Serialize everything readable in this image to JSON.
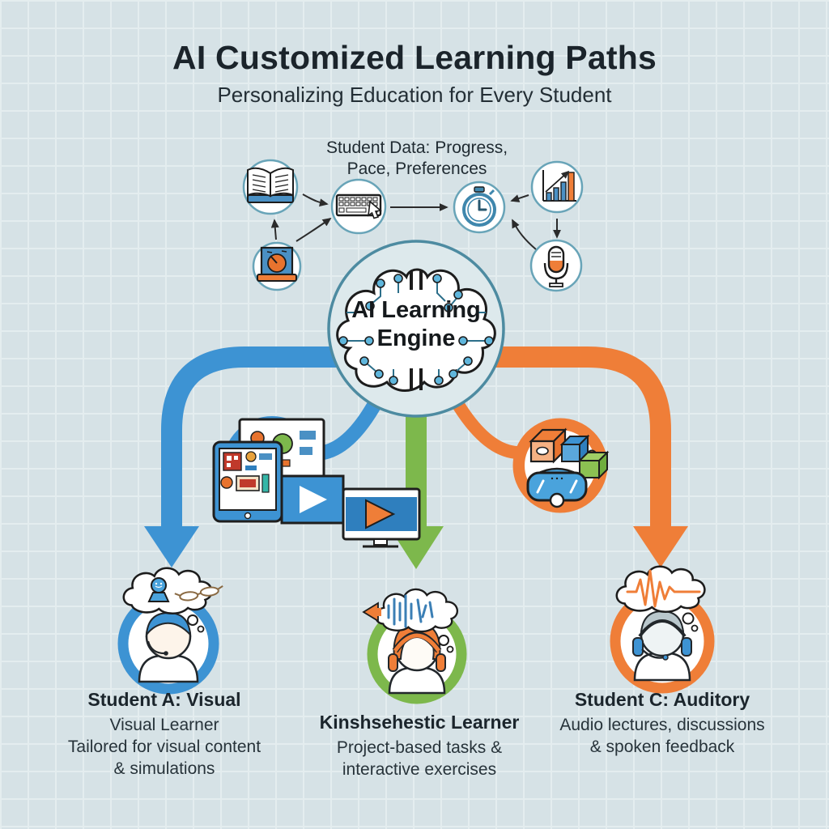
{
  "title": "AI Customized Learning Paths",
  "subtitle": "Personalizing Education for Every Student",
  "data_cluster": {
    "label": "Student Data: Progress, Pace, Preferences",
    "icons": [
      "open-book-icon",
      "gauge-screen-icon",
      "keyboard-icon",
      "stopwatch-icon",
      "bar-chart-icon",
      "microphone-icon"
    ]
  },
  "engine": {
    "line1": "AI Learning",
    "line2": "Engine"
  },
  "colors": {
    "background": "#d6e2e6",
    "grid_line": "#e4edef",
    "visual_blue": "#3d93d3",
    "kinesthetic_green": "#7db84c",
    "auditory_orange": "#ef7e38",
    "circle_teal": "#4d8ba1",
    "ink": "#1d2730"
  },
  "branches": [
    {
      "id": "visual",
      "color": "#3d93d3",
      "icons": [
        "dashboard-monitor-icon",
        "tablet-icon",
        "video-player-icon",
        "video-monitor-icon"
      ]
    },
    {
      "id": "kinesthetic",
      "color": "#7db84c",
      "icons": []
    },
    {
      "id": "auditory",
      "color": "#ef7e38",
      "icons": [
        "blocks-3d-icon",
        "vr-headset-icon"
      ]
    }
  ],
  "students": [
    {
      "title": "Student A: Visual",
      "lines": [
        "Visual Learner",
        "Tailored for visual content",
        "& simulations"
      ],
      "color": "#3d93d3"
    },
    {
      "title": "Kinshsehestic Learner",
      "lines": [
        "Project-based tasks &",
        "interactive exercises"
      ],
      "color": "#7db84c"
    },
    {
      "title": "Student C: Auditory",
      "lines": [
        "Audio lectures, discussions",
        "& spoken feedback"
      ],
      "color": "#ef7e38"
    }
  ]
}
